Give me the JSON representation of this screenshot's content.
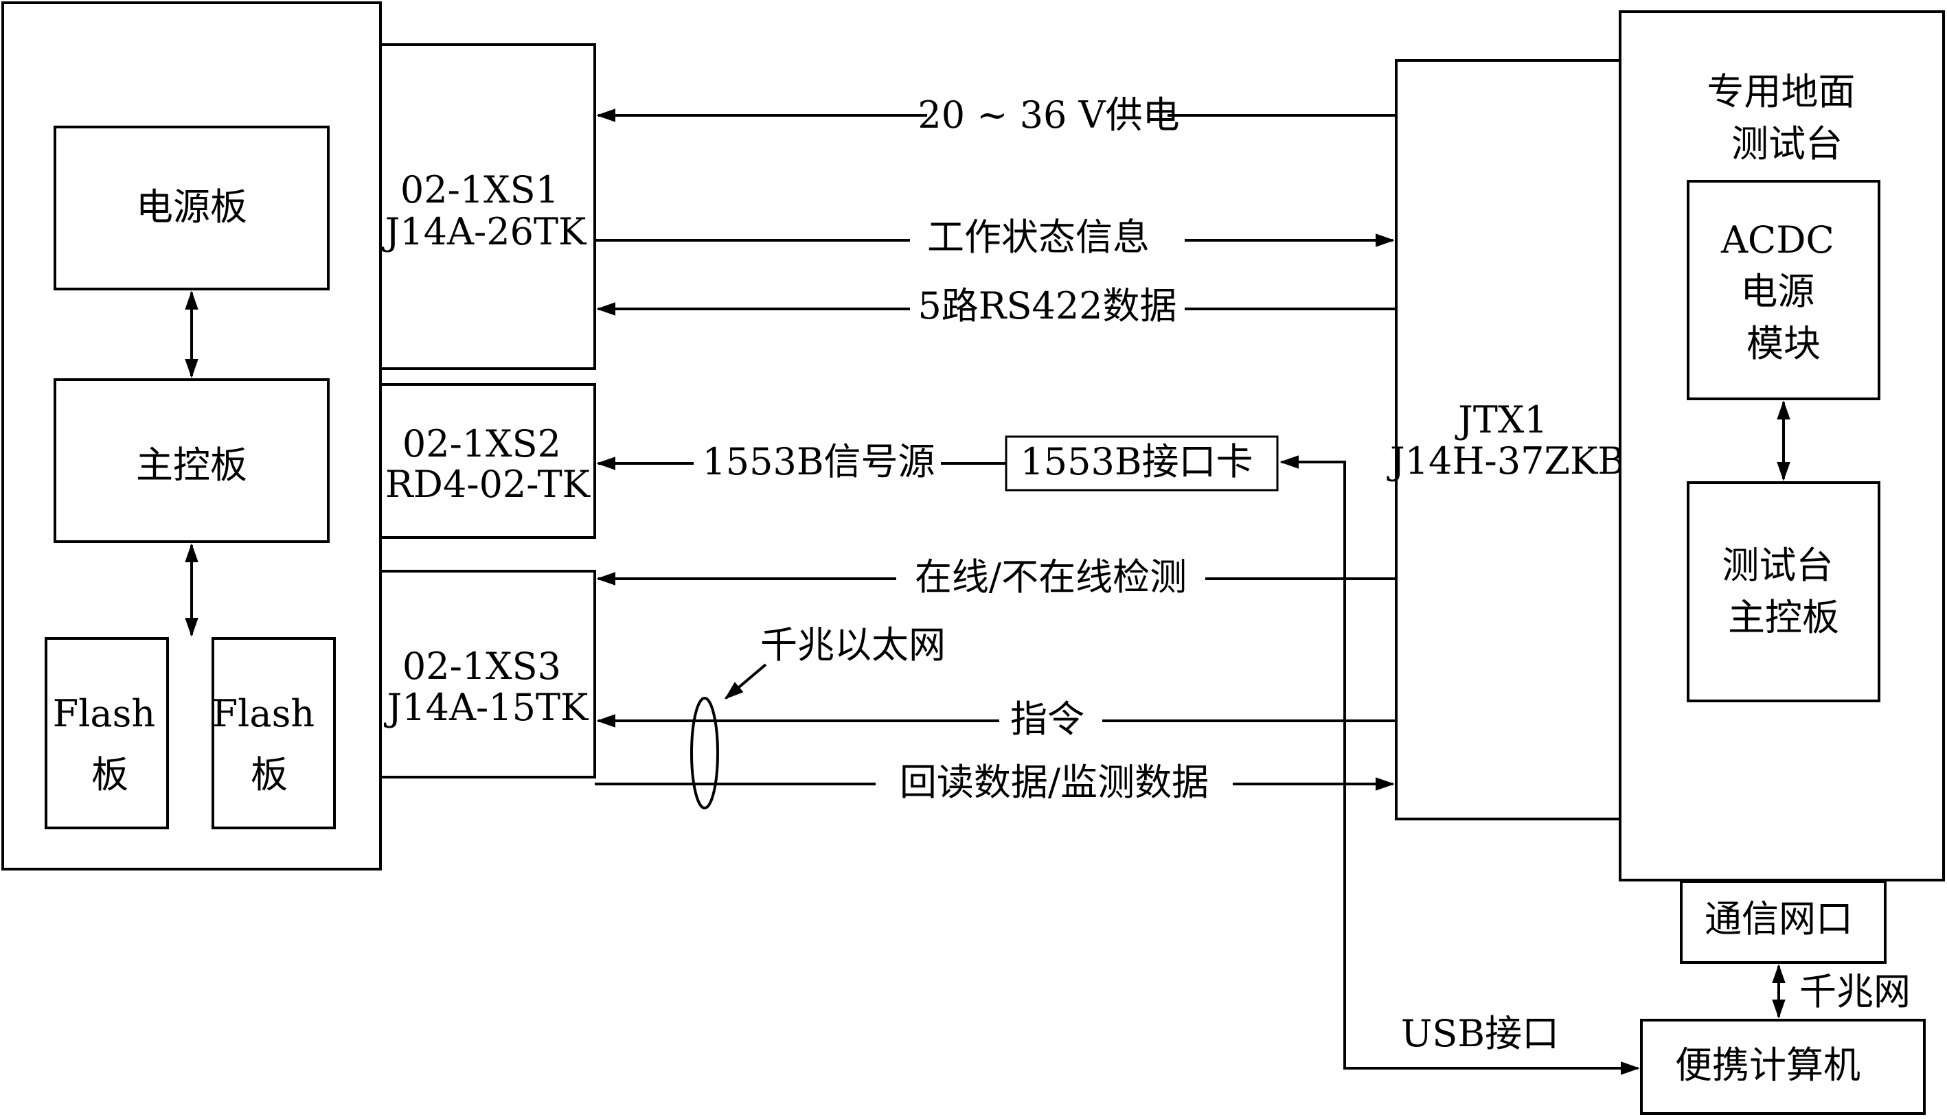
{
  "left_unit": {
    "power_board": "电源板",
    "main_board": "主控板",
    "flash1": [
      "Flash",
      "板"
    ],
    "flash2": [
      "Flash",
      "板"
    ]
  },
  "connectors": {
    "xs1": [
      "02-1XS1",
      "J14A-26TK"
    ],
    "xs2": [
      "02-1XS2",
      "RD4-02-TK"
    ],
    "xs3": [
      "02-1XS3",
      "J14A-15TK"
    ],
    "jtx1": [
      "JTX1",
      "J14H-37ZKB"
    ]
  },
  "signals": {
    "power": "20 ~ 36 V供电",
    "status": "工作状态信息",
    "rs422": "5路RS422数据",
    "src1553": "1553B信号源",
    "card1553": "1553B接口卡",
    "online": "在线/不在线检测",
    "gigabit": "千兆以太网",
    "command": "指令",
    "readback": "回读数据/监测数据"
  },
  "test_bench": {
    "title": [
      "专用地面",
      "测试台"
    ],
    "acdc": [
      "ACDC",
      "电源",
      "模块"
    ],
    "main_board": [
      "测试台",
      "主控板"
    ],
    "net_port": "通信网口"
  },
  "laptop": {
    "label": "便携计算机",
    "network_link": "千兆网",
    "usb_label": "USB接口"
  },
  "colors": {
    "line": "#000000",
    "background": "#ffffff"
  }
}
